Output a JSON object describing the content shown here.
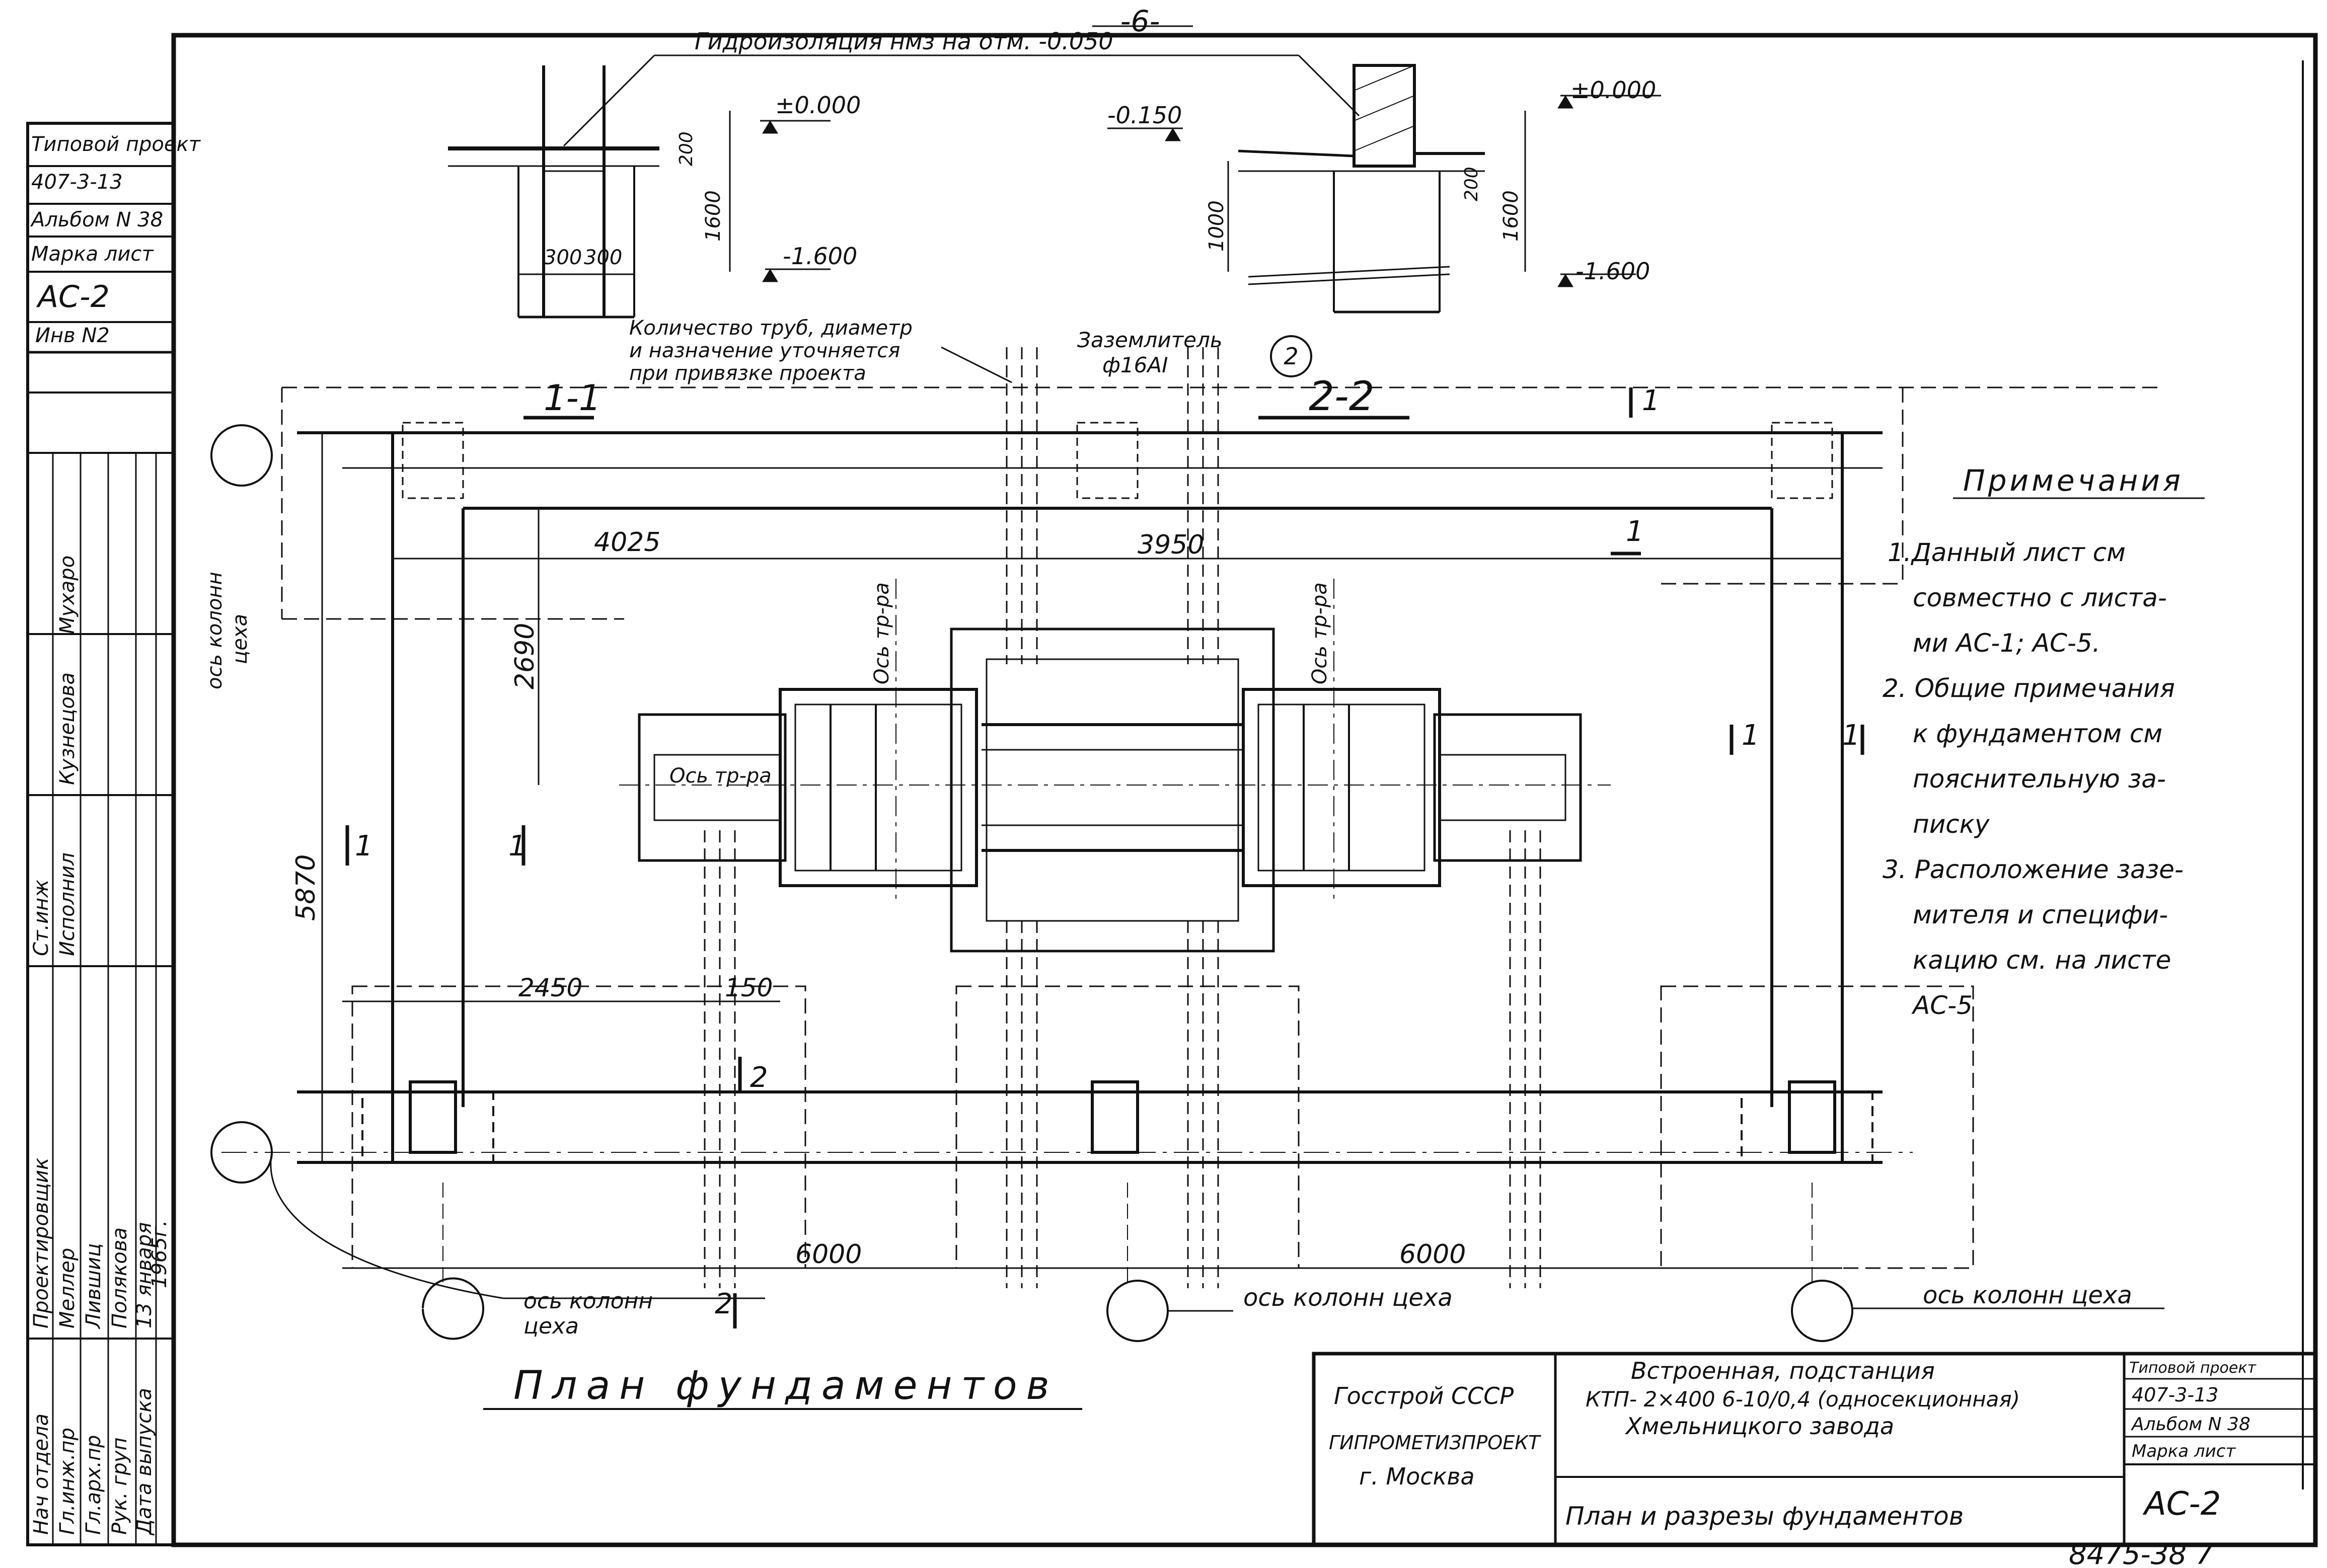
{
  "sheet": {
    "page_number": "-6-",
    "sheet_code": "8475-38  7"
  },
  "sections": {
    "waterproofing": "Гидроизоляция нмз на отм. -0.050",
    "sec1": {
      "top_mark": "±0.000",
      "bottom_mark": "-1.600",
      "dim_200": "200",
      "dim_1600": "1600",
      "dim_300a": "300",
      "dim_300b": "300"
    },
    "sec2": {
      "top_mark": "±0.000",
      "left_mark": "-0.150",
      "bottom_mark": "-1.600",
      "dim_200": "200",
      "dim_1600": "1600",
      "dim_1000": "1000"
    }
  },
  "notes_callout": {
    "pipes": [
      "Количество труб, диаметр",
      "и назначение уточняется",
      "при привязке проекта"
    ],
    "grounding": [
      "Заземлитель",
      "ф16АI"
    ],
    "grounding_circle": "2"
  },
  "plan": {
    "title": "План фундаментов",
    "cut_1_1": "1-1",
    "cut_2_2": "2-2",
    "cut_1": "1",
    "cut_2": "2",
    "dims": {
      "d4025": "4025",
      "d3950": "3950",
      "d2690": "2690",
      "d5870": "5870",
      "d2450": "2450",
      "d150": "150",
      "d6000a": "6000",
      "d6000b": "6000"
    },
    "axis_tr_a1": "Ось тр-ра",
    "axis_tr_a2": "Ось тр-ра",
    "axis_tr_b": "Ось тр-ра",
    "axis_left_col": [
      "ось колонн",
      "цеха"
    ],
    "axis_bottom_left": [
      "ось колонн",
      "цеха"
    ],
    "axis_bottom_mid": "ось колонн цеха",
    "axis_bottom_right": "ось колонн цеха"
  },
  "notes": {
    "heading": "Примечания",
    "lines": [
      "1.Данный лист см",
      "совместно с листа-",
      "ми АС-1; АС-5.",
      "2. Общие примечания",
      "к фундаментом см",
      "пояснительную за-",
      "писку",
      "3. Расположение зазе-",
      "мителя и специфи-",
      "кацию см. на листе",
      "АС-5"
    ]
  },
  "stamp_left": {
    "project_label": "Типовой проект",
    "project_number": "407-3-13",
    "album": "Альбом N 38",
    "mark_label": "Марка лист",
    "mark": "АС-2",
    "inv_label": "Инв N2",
    "roles": [
      "Нач отдела",
      "Гл.инж.пр",
      "Гл.арх.пр",
      "Рук. груп",
      "Дата выпуска"
    ],
    "names": [
      "Проектировщик",
      "Меллер",
      "Лившиц",
      "Полякова",
      "13 января"
    ],
    "columns": [
      "Ст.инж",
      "Исполнил"
    ],
    "col_names": [
      "Кузнецова",
      "Мухаро"
    ],
    "year": "1965г."
  },
  "title_block": {
    "org1": "Госстрой СССР",
    "org2": "ГИПРОМЕТИЗПРОЕКТ",
    "city": "г. Москва",
    "name_lines": [
      "Встроенная, подстанция",
      "КТП- 2×400  6-10/0,4 (односекционная)",
      "Хмельницкого завода"
    ],
    "sheet_title": "План и разрезы фундаментов",
    "project_label": "Типовой проект",
    "project_number": "407-3-13",
    "album": "Альбом N 38",
    "mark_label": "Марка лист",
    "mark": "АС-2"
  }
}
